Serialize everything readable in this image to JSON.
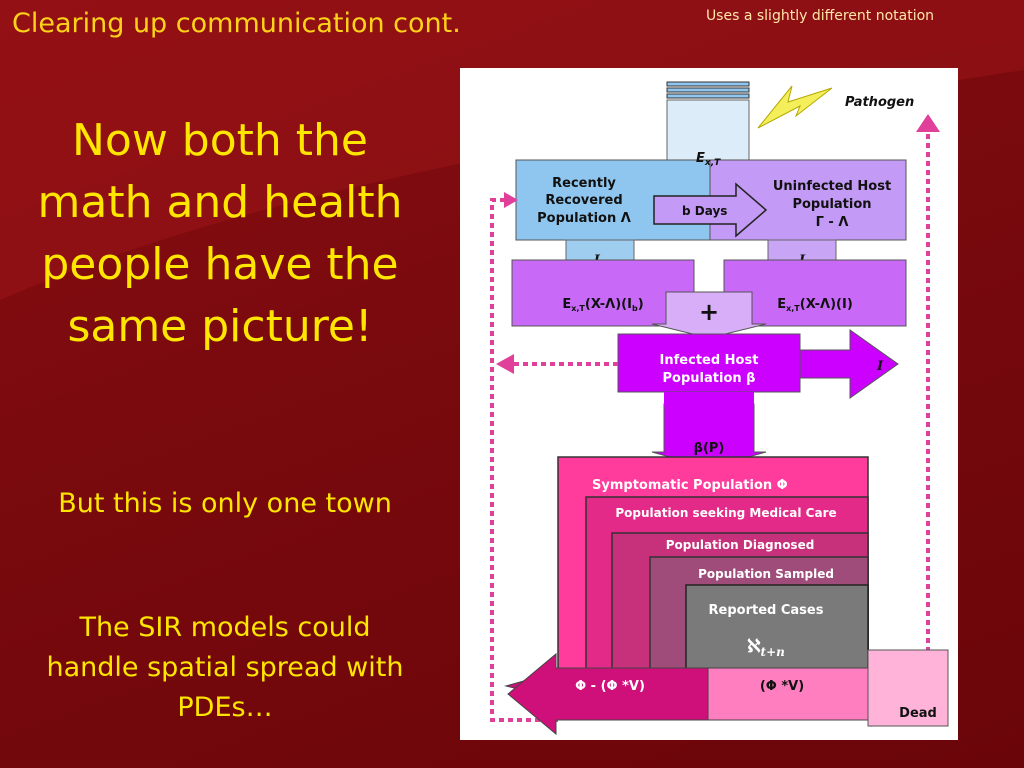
{
  "slide": {
    "title": "Clearing up communication cont.",
    "note": "Uses a slightly different notation",
    "headline": "Now both the math and health people have the same picture!",
    "sub1": "But this is only one town",
    "sub2": "The SIR models could handle spatial spread with PDEs…"
  },
  "diagram": {
    "pathogen": "Pathogen",
    "e_xt": "Ex,T",
    "recently_recovered": [
      "Recently",
      "Recovered",
      "Population Λ"
    ],
    "b_days": "b Days",
    "uninfected": [
      "Uninfected Host",
      "Population",
      "Γ - Λ"
    ],
    "i_b": "Ib",
    "i_label": "I",
    "left_formula": "Ex,T(X-Λ)(Ib)",
    "right_formula": "Ex,T(X-Λ)(I)",
    "plus": "+",
    "infected": [
      "Infected Host",
      "Population β"
    ],
    "i_right": "I",
    "beta_p": "β(P)",
    "symptomatic": "Symptomatic Population    Φ",
    "seeking_care": "Population seeking Medical Care",
    "diagnosed": "Population Diagnosed",
    "sampled": "Population Sampled",
    "reported": "Reported Cases",
    "aleph": "ℵt+n",
    "phi_minus": "Φ - (Φ *V)",
    "phi_v": "(Φ *V)",
    "dead": "Dead"
  },
  "colors": {
    "background": "#7a0a0e",
    "title": "#ffd21a",
    "text": "#ffe600",
    "blue": "#8fc6ef",
    "lavender": "#c39af5",
    "magenta": "#cc00ff",
    "pink": "#ff3c9c",
    "rose": "#cc2f7a",
    "mauve": "#a04c7a",
    "gray": "#7a7a7a"
  }
}
